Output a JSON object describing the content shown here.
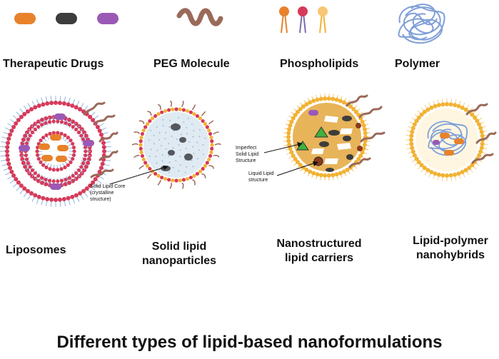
{
  "legend": {
    "therapeutic_drugs": "Therapeutic Drugs",
    "peg_molecule": "PEG Molecule",
    "phospholipids": "Phospholipids",
    "polymer": "Polymer"
  },
  "nanoparticles": {
    "liposomes": "Liposomes",
    "solid_lipid_line1": "Solid lipid",
    "solid_lipid_line2": "nanoparticles",
    "nlc_line1": "Nanostructured",
    "nlc_line2": "lipid carriers",
    "hybrid_line1": "Lipid-polymer",
    "hybrid_line2": "nanohybrids"
  },
  "annotations": {
    "sln_core_line1": "Solid Lipid Core",
    "sln_core_line2": "(crystalline",
    "sln_core_line3": "structure)",
    "nlc_imperfect_line1": "Imperfect",
    "nlc_imperfect_line2": "Solid Lipid",
    "nlc_imperfect_line3": "Structure",
    "nlc_liquid_line1": "Liquid Lipid",
    "nlc_liquid_line2": "structure"
  },
  "caption": "Different types of lipid-based nanoformulations",
  "colors": {
    "drug_orange": "#e8822a",
    "drug_dark": "#3d3d3d",
    "drug_purple": "#9b59b6",
    "peg": "#9a6a5a",
    "lipid_red": "#d63a5a",
    "lipid_yellow": "#f2b233",
    "lipid_tail_blue": "#8fb4e0",
    "polymer_blue": "#7f9fd8",
    "core_sln": "#dfeaf3",
    "core_nlc": "#e8b45a",
    "triangle_green": "#3fb23f"
  }
}
